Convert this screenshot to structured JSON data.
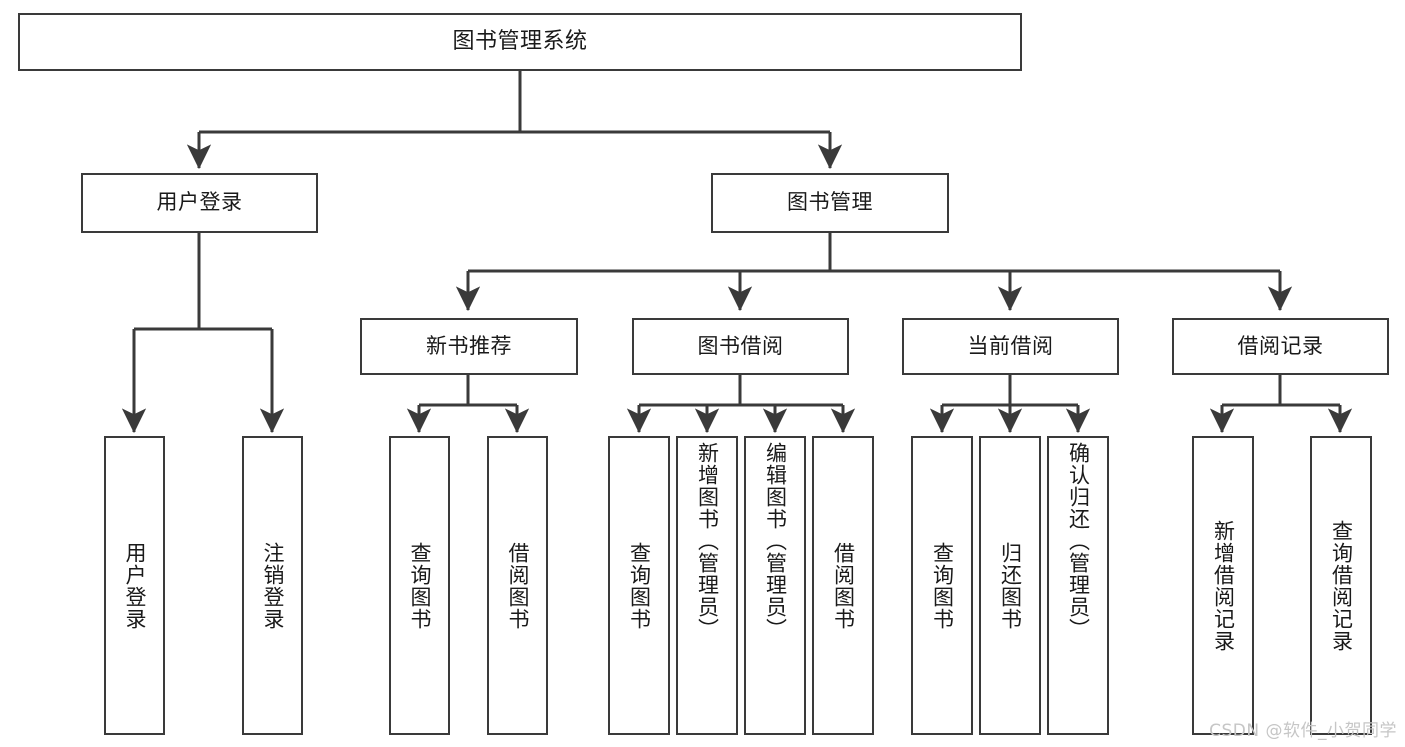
{
  "diagram": {
    "title": "图书管理系统",
    "type": "tree-hierarchy",
    "root": {
      "label": "图书管理系统"
    },
    "level2": [
      {
        "label": "用户登录"
      },
      {
        "label": "图书管理"
      }
    ],
    "level3": [
      {
        "label": "新书推荐",
        "parent": "图书管理"
      },
      {
        "label": "图书借阅",
        "parent": "图书管理"
      },
      {
        "label": "当前借阅",
        "parent": "图书管理"
      },
      {
        "label": "借阅记录",
        "parent": "图书管理"
      }
    ],
    "leaves": [
      {
        "label": "用户登录",
        "parent": "用户登录"
      },
      {
        "label": "注销登录",
        "parent": "用户登录"
      },
      {
        "label": "查询图书",
        "parent": "新书推荐"
      },
      {
        "label": "借阅图书",
        "parent": "新书推荐"
      },
      {
        "label": "查询图书",
        "parent": "图书借阅"
      },
      {
        "label": "新增图书（管理员）",
        "parent": "图书借阅"
      },
      {
        "label": "编辑图书（管理员）",
        "parent": "图书借阅"
      },
      {
        "label": "借阅图书",
        "parent": "图书借阅"
      },
      {
        "label": "查询图书",
        "parent": "当前借阅"
      },
      {
        "label": "归还图书",
        "parent": "当前借阅"
      },
      {
        "label": "确认归还（管理员）",
        "parent": "当前借阅"
      },
      {
        "label": "新增借阅记录",
        "parent": "借阅记录"
      },
      {
        "label": "查询借阅记录",
        "parent": "借阅记录"
      }
    ]
  },
  "watermark": {
    "text": "CSDN @软件_小贺同学"
  },
  "colors": {
    "stroke": "#3a3a3a",
    "background": "#ffffff",
    "text": "#1a1a1a",
    "watermark": "#c6c6c6"
  }
}
